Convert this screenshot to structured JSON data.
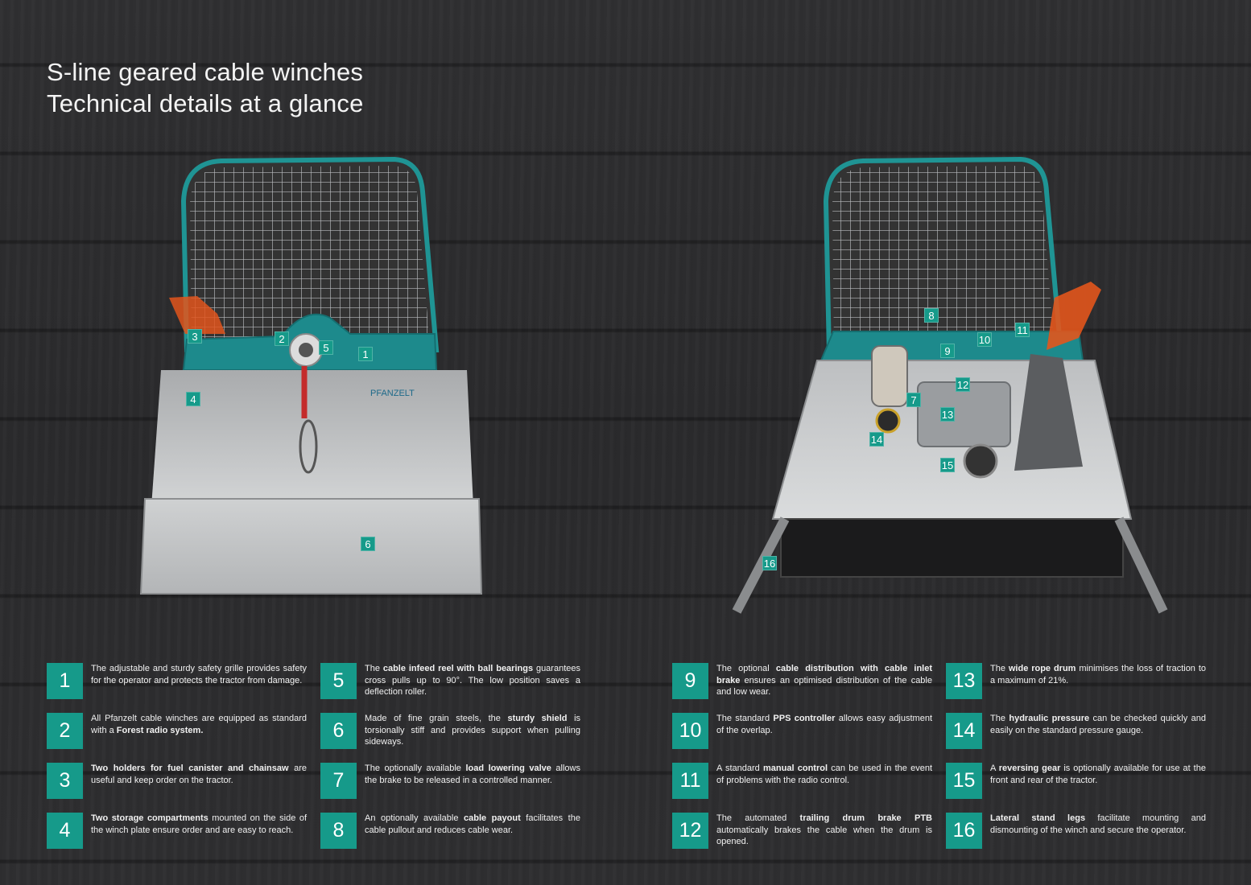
{
  "title": {
    "line1": "S-line geared cable winches",
    "line2": "Technical details at a glance"
  },
  "colors": {
    "accent": "#169a8a",
    "background": "#2c2c2e",
    "frame": "#1d8f8f",
    "shield": "#c9cbcd",
    "chainsaw": "#e2551c"
  },
  "markers_left": [
    "1",
    "2",
    "3",
    "4",
    "5",
    "6"
  ],
  "markers_right": [
    "7",
    "8",
    "9",
    "10",
    "11",
    "12",
    "13",
    "14",
    "15",
    "16"
  ],
  "features": [
    {
      "num": "1",
      "parts": [
        {
          "t": "The adjustable and sturdy safety grille provides safety for the operator and protects the tractor from damage."
        }
      ]
    },
    {
      "num": "2",
      "parts": [
        {
          "t": "All Pfanzelt cable winches are equipped as standard with a "
        },
        {
          "t": "Forest radio system.",
          "b": true
        }
      ]
    },
    {
      "num": "3",
      "parts": [
        {
          "t": "Two holders for fuel canister and chainsaw",
          "b": true
        },
        {
          "t": " are useful and keep order on the tractor."
        }
      ]
    },
    {
      "num": "4",
      "parts": [
        {
          "t": "Two storage compartments",
          "b": true
        },
        {
          "t": " mounted on the side of the winch plate ensure order and are easy to reach."
        }
      ]
    },
    {
      "num": "5",
      "parts": [
        {
          "t": "The "
        },
        {
          "t": "cable infeed reel with ball bearings",
          "b": true
        },
        {
          "t": " guarantees cross pulls up to 90°. The low position saves a deflection roller."
        }
      ]
    },
    {
      "num": "6",
      "parts": [
        {
          "t": "Made of fine grain steels, the "
        },
        {
          "t": "sturdy shield",
          "b": true
        },
        {
          "t": " is torsionally stiff and provides support when pulling sideways."
        }
      ]
    },
    {
      "num": "7",
      "parts": [
        {
          "t": "The optionally available "
        },
        {
          "t": "load lowering valve",
          "b": true
        },
        {
          "t": " allows the brake to be released in a controlled manner."
        }
      ]
    },
    {
      "num": "8",
      "parts": [
        {
          "t": "An optionally available "
        },
        {
          "t": "cable payout",
          "b": true
        },
        {
          "t": " facilitates the cable pullout and reduces cable wear."
        }
      ]
    },
    {
      "num": "9",
      "parts": [
        {
          "t": "The optional "
        },
        {
          "t": "cable distribution with cable inlet brake",
          "b": true
        },
        {
          "t": " ensures an optimised distribution of the cable and low wear."
        }
      ]
    },
    {
      "num": "10",
      "parts": [
        {
          "t": "The standard "
        },
        {
          "t": "PPS controller",
          "b": true
        },
        {
          "t": " allows easy adjustment of the overlap."
        }
      ]
    },
    {
      "num": "11",
      "parts": [
        {
          "t": "A standard "
        },
        {
          "t": "manual control",
          "b": true
        },
        {
          "t": " can be used in the event of problems with the radio control."
        }
      ]
    },
    {
      "num": "12",
      "parts": [
        {
          "t": "The automated "
        },
        {
          "t": "trailing drum brake PTB",
          "b": true
        },
        {
          "t": " automatically brakes the cable when the drum is opened."
        }
      ]
    },
    {
      "num": "13",
      "parts": [
        {
          "t": "The "
        },
        {
          "t": "wide rope drum",
          "b": true
        },
        {
          "t": " minimises the loss of traction to a maximum of 21%."
        }
      ]
    },
    {
      "num": "14",
      "parts": [
        {
          "t": "The "
        },
        {
          "t": "hydraulic pressure",
          "b": true
        },
        {
          "t": " can be checked quickly and easily on the standard pressure gauge."
        }
      ]
    },
    {
      "num": "15",
      "parts": [
        {
          "t": "A "
        },
        {
          "t": "reversing gear",
          "b": true
        },
        {
          "t": " is optionally available for use at the front and rear of the tractor."
        }
      ]
    },
    {
      "num": "16",
      "parts": [
        {
          "t": "Lateral stand legs",
          "b": true
        },
        {
          "t": " facilitate mounting and dismounting of the winch and secure the operator."
        }
      ]
    }
  ]
}
